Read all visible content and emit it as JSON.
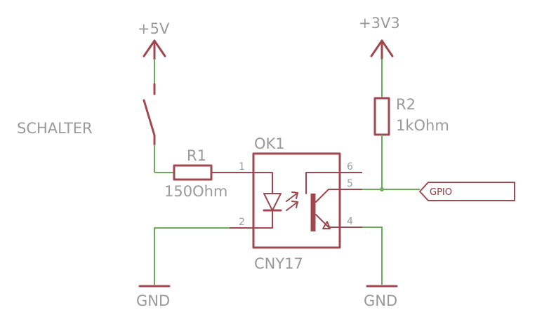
{
  "labels": {
    "vcc5": "+5V",
    "vcc33": "+3V3",
    "switch": "SCHALTER",
    "r1_name": "R1",
    "r1_value": "150Ohm",
    "r2_name": "R2",
    "r2_value": "1kOhm",
    "ok_name": "OK1",
    "ok_value": "CNY17",
    "gnd_left": "GND",
    "gnd_right": "GND",
    "gpio": "GPIO"
  },
  "pins": {
    "p1": "1",
    "p2": "2",
    "p4": "4",
    "p5": "5",
    "p6": "6"
  },
  "colors": {
    "part": "#a0484f",
    "wire": "#6cab5e",
    "text": "#9a9a9a"
  }
}
